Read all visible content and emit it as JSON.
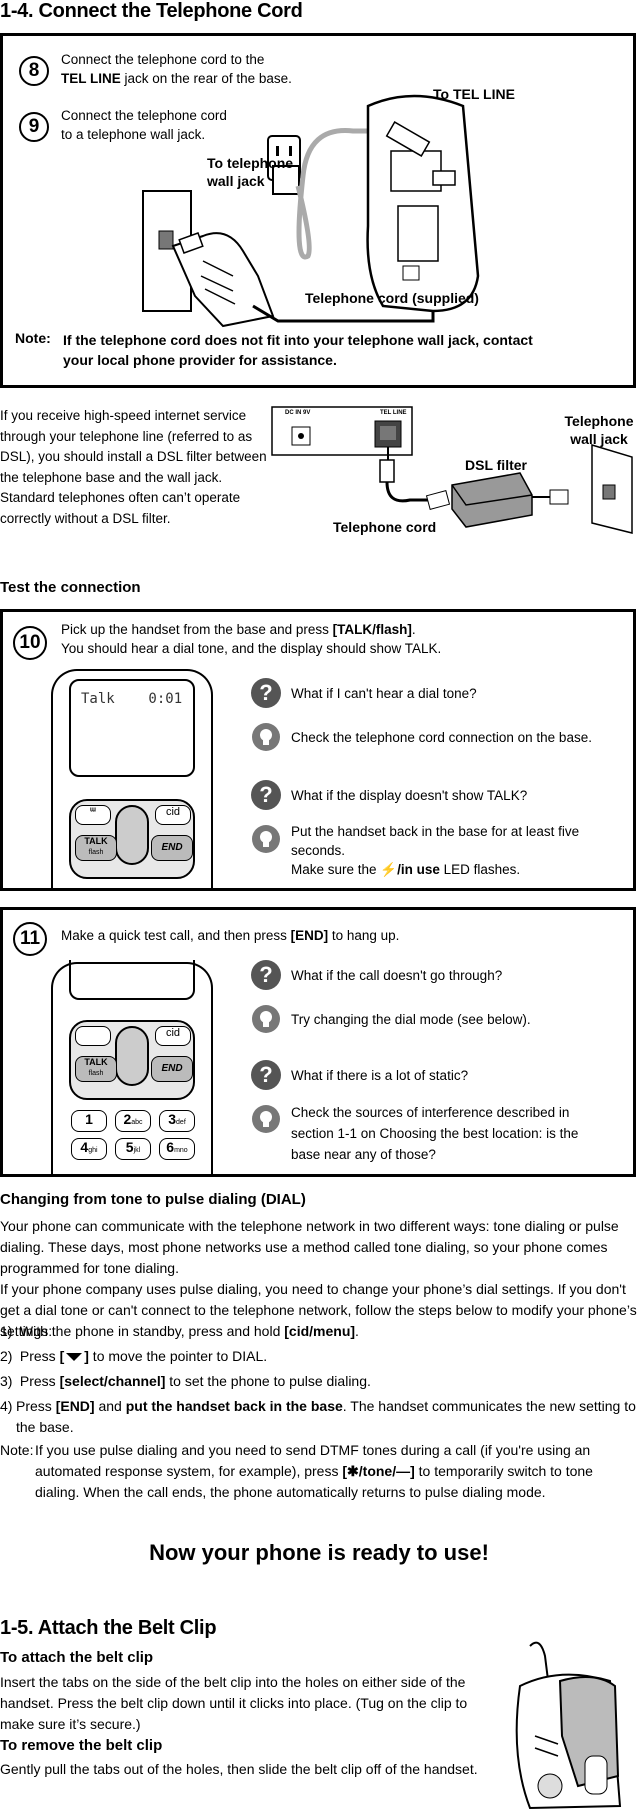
{
  "sec14": {
    "title": "1-4. Connect the Telephone Cord",
    "step8_num": "8",
    "step8_a": "Connect the telephone cord to the",
    "step8_b1": "TEL LINE",
    "step8_b2": " jack on the rear of the base.",
    "step9_num": "9",
    "step9_a": "Connect the telephone cord",
    "step9_b": "to a telephone wall jack.",
    "label_tel_line": "To TEL LINE",
    "label_wall_jack": "To telephone wall jack",
    "label_cord": "Telephone cord (supplied)",
    "note_label": "Note:",
    "note_text": "If the telephone cord does not fit into your telephone wall jack, contact your local phone provider for assistance."
  },
  "dsl": {
    "text": "If you receive high-speed internet service through your telephone line  (referred to as DSL), you should install a DSL filter between the telephone base and the wall jack. Standard telephones often can’t operate correctly without a DSL filter.",
    "label_filter": "DSL filter",
    "label_wall": "Telephone wall jack",
    "label_cord": "Telephone cord",
    "panel_dc": "DC IN 9V",
    "panel_tel": "TEL LINE"
  },
  "test": {
    "title": "Test the connection",
    "step10_num": "10",
    "step10_a1": "Pick up the handset from the base and press ",
    "step10_a2": "[TALK/flash]",
    "step10_a3": ".",
    "step10_b": "You should hear a dial tone, and the display should show TALK.",
    "display_text": "Talk    0:01",
    "q1": "What if I can't hear a dial tone?",
    "a1": "Check the telephone cord connection on the base.",
    "q2": "What if the display doesn't show TALK?",
    "a2_a": "Put the handset back in the base for at least five seconds.",
    "a2_b1": "Make sure the ",
    "a2_b2": "/in use",
    "a2_b3": " LED flashes.",
    "step11_num": "11",
    "step11_a1": "Make a quick test call, and then press ",
    "step11_a2": "[END]",
    "step11_a3": " to hang up.",
    "q3": "What if the call doesn't go through?",
    "a3": "Try changing the dial mode (see below).",
    "q4": "What if there is a lot of static?",
    "a4": "Check the sources of interference described in section 1-1 on Choosing the best location: is the base near any of those?",
    "icon_q": "?",
    "keys": {
      "talk": "TALK",
      "flash": "flash",
      "end": "END",
      "cid": "cid",
      "k1": "1",
      "k2": "2",
      "k2s": "abc",
      "k3": "3",
      "k3s": "def",
      "k4": "4",
      "k4s": "ghi",
      "k5": "5",
      "k5s": "jkl",
      "k6": "6",
      "k6s": "mno"
    }
  },
  "dial": {
    "title": "Changing from tone to pulse dialing (DIAL)",
    "p1": "Your phone can communicate with the telephone network in two different ways: tone dialing or pulse dialing. These days, most phone networks use a method called tone dialing, so your phone comes programmed for tone dialing.",
    "p2": "If your phone company uses pulse dialing, you need to change your phone’s dial settings. If you don't get a dial tone or can't connect to the telephone network, follow the steps below to modify your phone’s settings:",
    "s1_n": "1)",
    "s1_a": "With the phone in standby, press and hold ",
    "s1_b": "[cid/menu]",
    "s1_c": ".",
    "s2_n": "2)",
    "s2_a": "Press ",
    "s2_b1": "[",
    "s2_b2": "]",
    "s2_c": " to move the pointer to DIAL.",
    "s3_n": "3)",
    "s3_a": "Press ",
    "s3_b": "[select/channel]",
    "s3_c": " to set the phone to pulse dialing.",
    "s4_n": "4)",
    "s4_a": "Press ",
    "s4_b": "[END]",
    "s4_c": " and ",
    "s4_d": "put the handset back in the base",
    "s4_e": ". The handset communicates the new setting to the base.",
    "note_label": "Note:",
    "note_a": "If you use pulse dialing and you need to send DTMF tones during a call (if you're using an automated response system, for example), press ",
    "note_b": "[",
    "note_star": "✱",
    "note_c": "/tone/",
    "note_d": "]",
    "note_e": " to temporarily switch to tone dialing. When the call ends, the phone automatically returns to pulse dialing mode."
  },
  "ready": "Now your phone is ready to use!",
  "clip": {
    "title": "1-5. Attach the Belt Clip",
    "attach_title": "To attach the belt clip",
    "attach_text": "Insert the tabs on the side of the belt clip into the holes on either side of the handset. Press the belt clip down until it clicks into place. (Tug on the clip to make sure it’s secure.)",
    "remove_title": "To remove the belt clip",
    "remove_text": "Gently pull the tabs out of the holes, then slide the belt clip off of the handset."
  }
}
